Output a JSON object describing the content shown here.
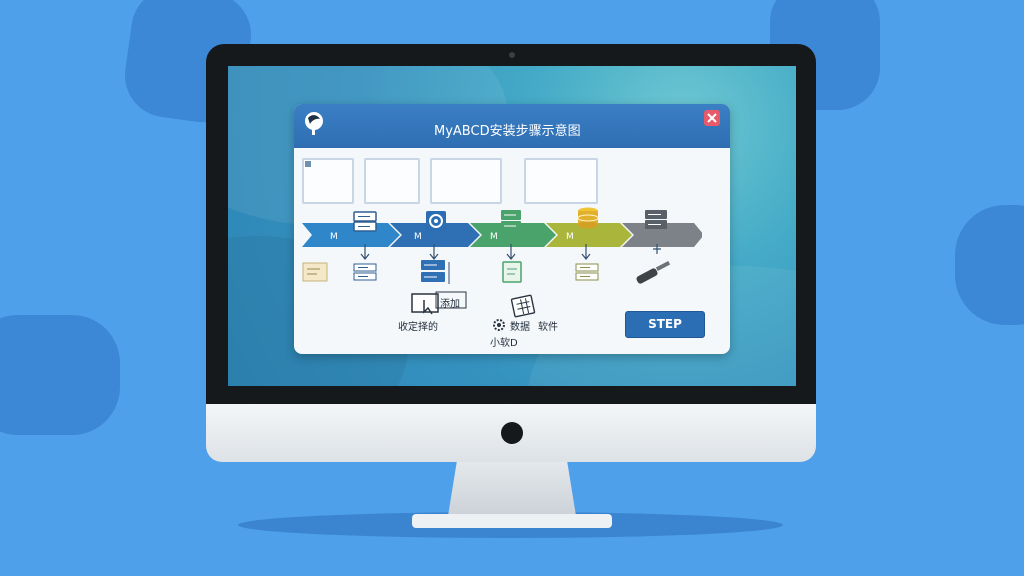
{
  "window": {
    "title": "MyABCD安装步骤示意图"
  },
  "flow": {
    "arrow_text": [
      "M",
      "M",
      "M",
      "M"
    ],
    "stage_colors": [
      "#2f86c8",
      "#2f6fb4",
      "#4aa36a",
      "#a9b53b",
      "#7d8288"
    ]
  },
  "labels": {
    "box_label": "添加",
    "left_caption": "收定择的",
    "mid_caption": "数据",
    "right_caption": "软件",
    "sub_caption": "小软D"
  },
  "buttons": {
    "step": "STEP"
  },
  "icons": [
    "app-logo-icon",
    "close-icon",
    "server-icon",
    "settings-chip-icon",
    "database-icon",
    "monitor-pointer-icon",
    "grid-window-icon",
    "screwdriver-icon",
    "gear-icon"
  ]
}
